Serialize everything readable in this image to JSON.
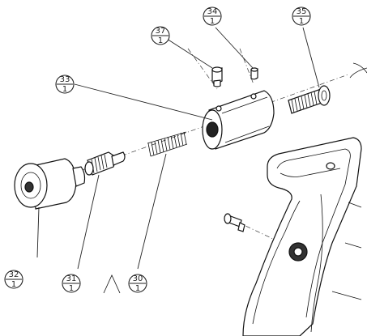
{
  "balloons": {
    "b34": {
      "top": "34",
      "bottom": "1"
    },
    "b35": {
      "top": "35",
      "bottom": "1"
    },
    "b37": {
      "top": "37",
      "bottom": "1"
    },
    "b33": {
      "top": "33",
      "bottom": "1"
    },
    "b32": {
      "top": "32",
      "bottom": "1"
    },
    "b31": {
      "top": "31",
      "bottom": "1"
    },
    "b30": {
      "top": "30",
      "bottom": "1"
    }
  }
}
